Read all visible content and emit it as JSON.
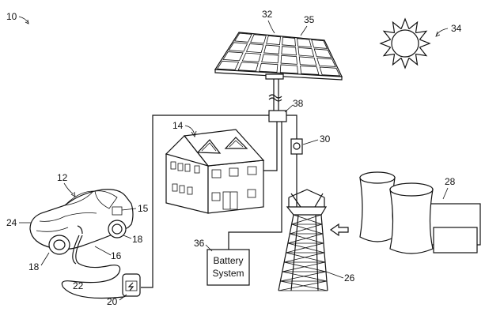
{
  "figure": {
    "ref_system": "10",
    "ref_vehicle": "12",
    "ref_house": "14",
    "ref_charge_port": "15",
    "ref_charge_plug": "16",
    "ref_wheel_right": "18",
    "ref_wheel_left": "18",
    "ref_charger": "20",
    "ref_cable": "22",
    "ref_vehicle_body": "24",
    "ref_tower": "26",
    "ref_power_plant": "28",
    "ref_meter": "30",
    "ref_solar_array": "32",
    "ref_sun": "34",
    "ref_solar_cells": "35",
    "ref_battery_system": "36",
    "ref_junction": "38",
    "battery_label_line1": "Battery",
    "battery_label_line2": "System"
  }
}
